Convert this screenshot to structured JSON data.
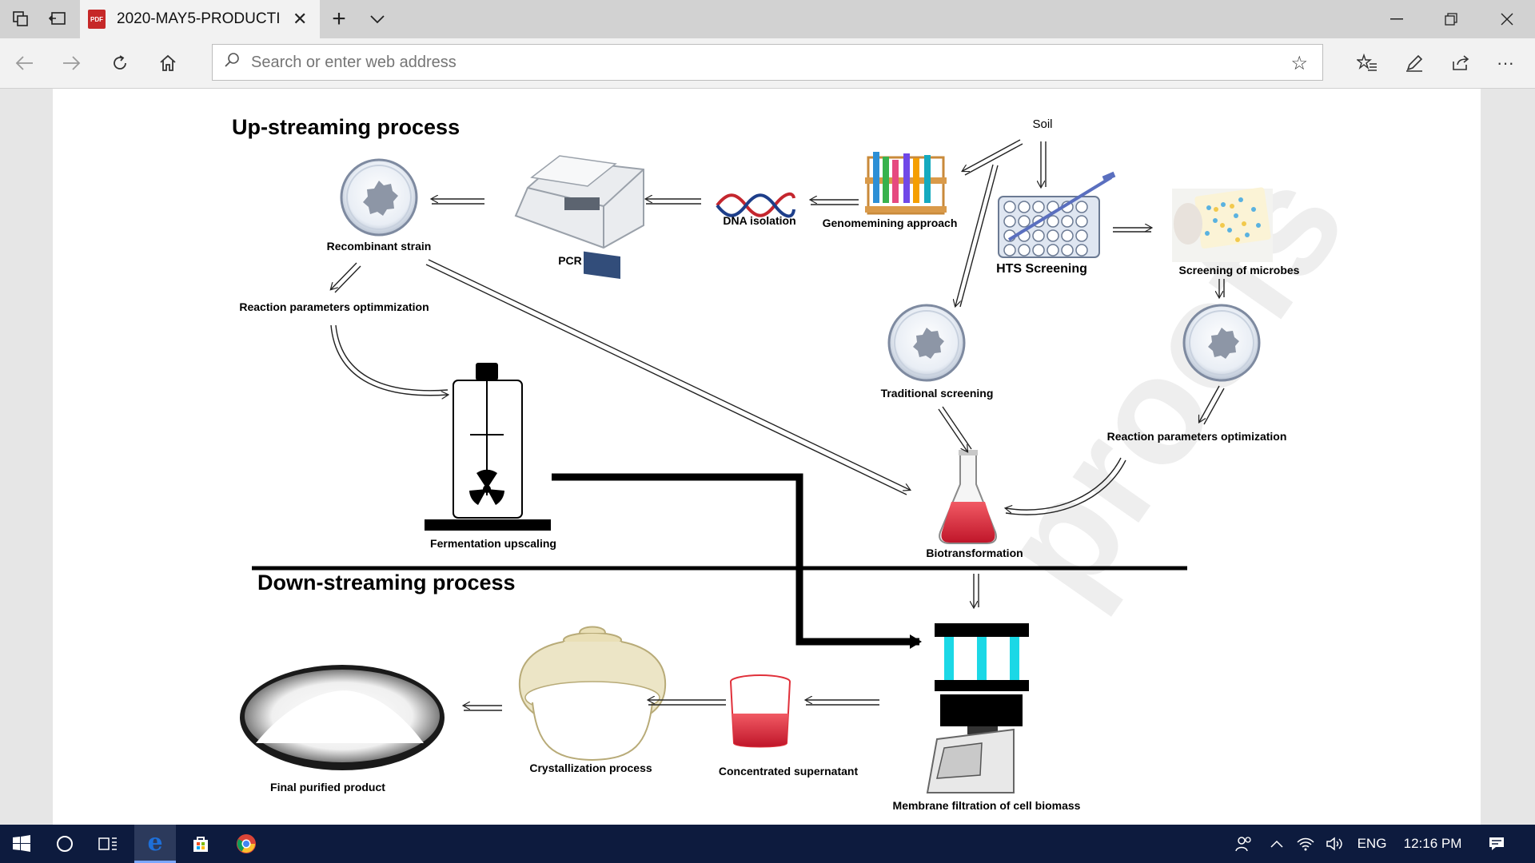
{
  "browser": {
    "tab_title": "2020-MAY5-PRODUCTI",
    "tab_icon_label": "PDF",
    "address_placeholder": "Search or enter web address"
  },
  "figure": {
    "upstream_heading": "Up-streaming process",
    "downstream_heading": "Down-streaming process",
    "labels": {
      "soil": "Soil",
      "recombinant_strain": "Recombinant strain",
      "pcr": "PCR",
      "dna_isolation": "DNA isolation",
      "genomemining": "Genomemining approach",
      "hts_screening": "HTS Screening",
      "screening_microbes": "Screening of microbes",
      "reaction_params_optimmization": "Reaction parameters optimmization",
      "traditional_screening": "Traditional screening",
      "reaction_params_optimization": "Reaction parameters optimization",
      "fermentation_upscaling": "Fermentation upscaling",
      "biotransformation": "Biotransformation",
      "final_product": "Final purified product",
      "crystallization": "Crystallization process",
      "concentrated_supernatant": "Concentrated supernatant",
      "membrane_filtration": "Membrane filtration of cell biomass"
    },
    "watermark": "proofs"
  },
  "taskbar": {
    "language": "ENG",
    "time": "12:16 PM"
  },
  "colors": {
    "taskbar": "#0d1b3e",
    "edge_blue": "#1e6fd9",
    "flask_red": "#e0303a"
  }
}
